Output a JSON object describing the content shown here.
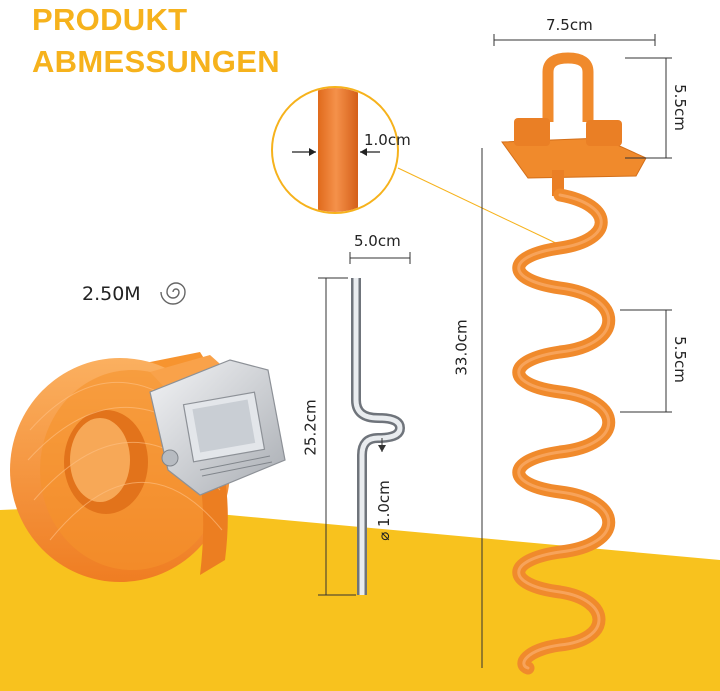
{
  "heading": {
    "line1": "PRODUKT",
    "line2": "ABMESSUNGEN"
  },
  "strap": {
    "length_label": "2.50M",
    "icon": "coil-spiral-icon"
  },
  "dimensions": {
    "anchor_width": "7.5cm",
    "loop_height": "5.5cm",
    "coil_pitch": "5.5cm",
    "anchor_length": "33.0cm",
    "rod_thickness": "1.0cm",
    "pin_width": "5.0cm",
    "pin_length": "25.2cm",
    "pin_diameter": "⌀ 1.0cm"
  },
  "colors": {
    "accent": "#f6b21c",
    "anchor_orange": "#f08a2c",
    "strap_orange": "#f7942f"
  }
}
